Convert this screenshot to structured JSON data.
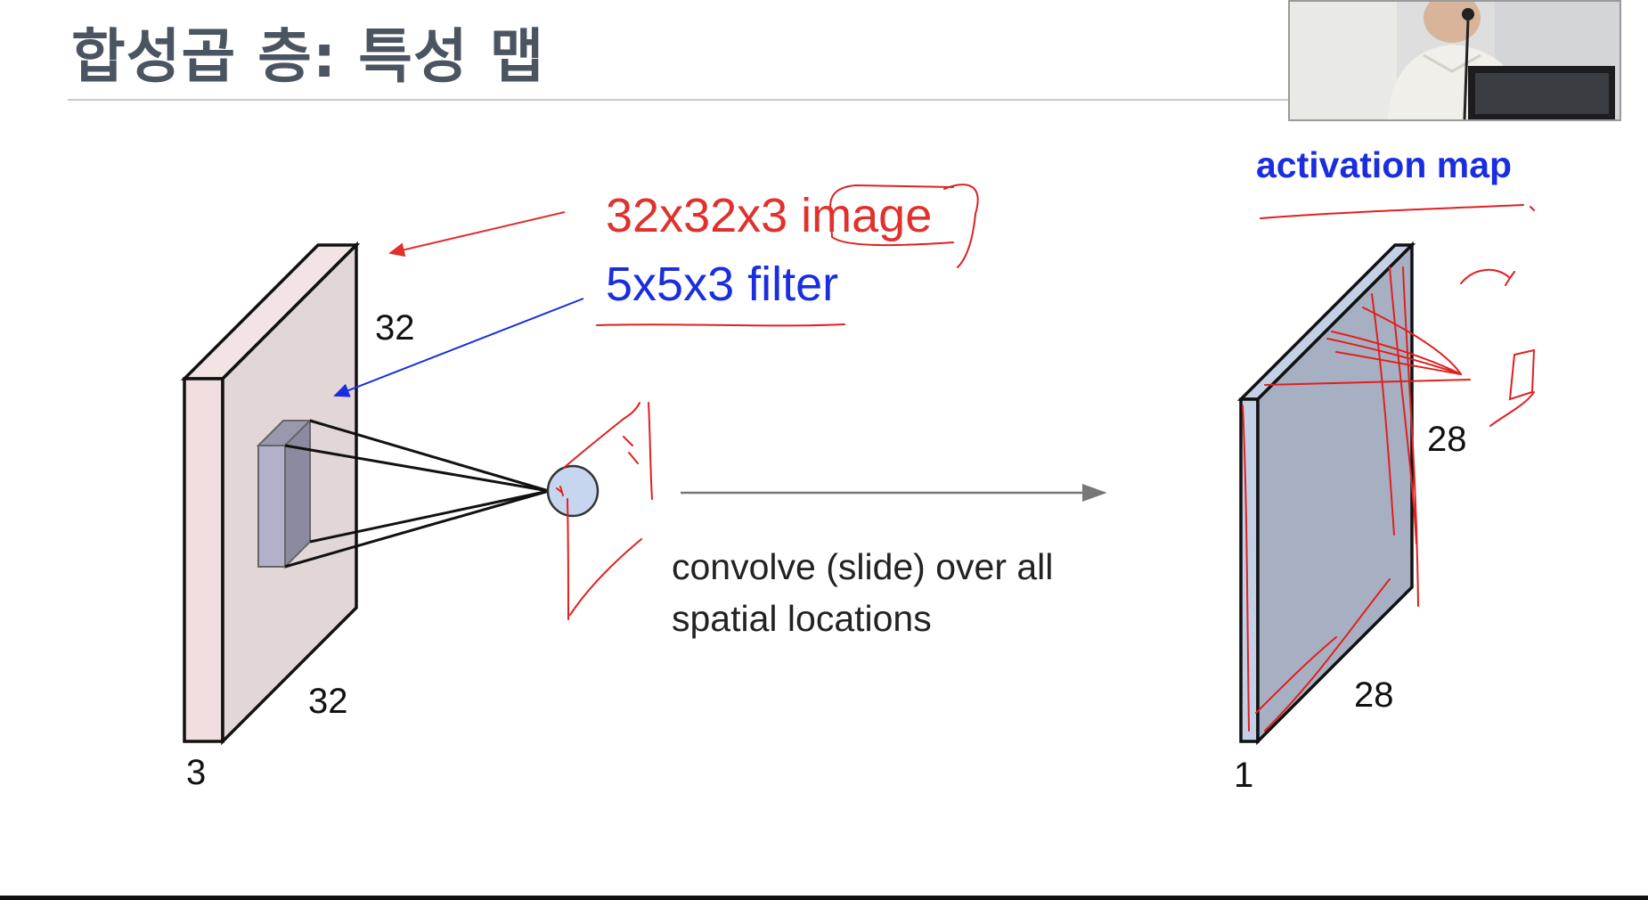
{
  "slide": {
    "title": "합성곱 층: 특성 맵",
    "image_label": "32x32x3 image",
    "filter_label": "5x5x3 filter",
    "activation_label": "activation map",
    "convolve_text_line1": "convolve (slide) over all",
    "convolve_text_line2": "spatial locations",
    "input_volume": {
      "height": "32",
      "width": "32",
      "depth": "3"
    },
    "output_volume": {
      "height": "28",
      "width": "28",
      "depth": "1"
    }
  },
  "webcam": {
    "icon": "presenter-webcam-feed"
  },
  "colors": {
    "title": "#4a5561",
    "image_label": "#e0312c",
    "filter_label": "#1a2ee0",
    "activation_label": "#1a2ee0",
    "annotation_ink": "#e02020",
    "input_volume_face": "#e3d6d6",
    "output_volume_face": "#a7b0c2",
    "neuron_fill": "#c6d6ef"
  }
}
